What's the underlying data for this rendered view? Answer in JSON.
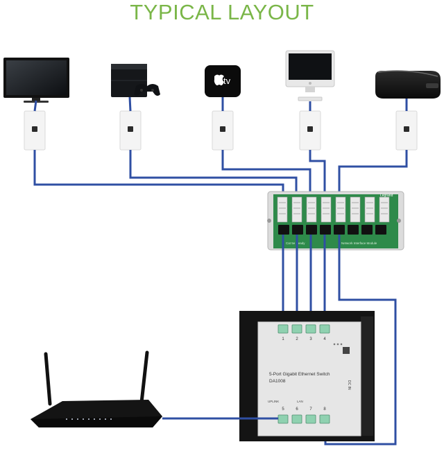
{
  "title": "TYPICAL LAYOUT",
  "devices": [
    {
      "name": "tv-icon"
    },
    {
      "name": "game-console-icon"
    },
    {
      "name": "apple-tv-icon",
      "label": "tv"
    },
    {
      "name": "desktop-computer-icon"
    },
    {
      "name": "set-top-box-icon"
    }
  ],
  "patch_panel": {
    "brand": "Legrand",
    "footer_left": "Cat 5e Ready",
    "footer_right": "Network Interface Module"
  },
  "switch": {
    "name": "5-Port Gigabit Ethernet Switch",
    "model": "DA1008",
    "top_ports": [
      "1",
      "2",
      "3",
      "4"
    ],
    "bottom_ports": [
      "5",
      "6",
      "7",
      "8"
    ],
    "uplink_label": "UPLINK",
    "lan_label": "LAN",
    "power_label": "DC IN"
  },
  "colors": {
    "title": "#7ab648",
    "cable": "#2f4fa3",
    "panel_board": "#2e8a4a",
    "wall_plate": "#f4f4f4"
  }
}
